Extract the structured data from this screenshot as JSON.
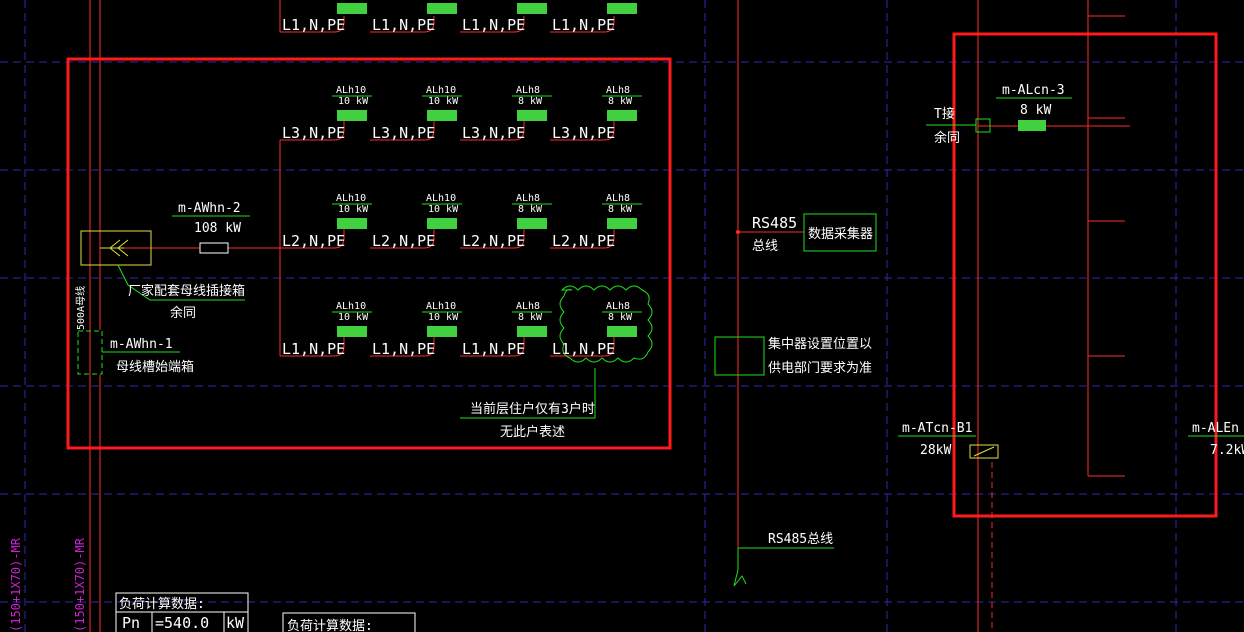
{
  "colors": {
    "background": "#000000",
    "grid": "#2a2ab0",
    "wire": "#ff2a2a",
    "frame": "#ff1a1a",
    "text": "#ffffff",
    "lead": "#20e020",
    "meter": "#40d040",
    "yellow": "#e0e040",
    "magenta": "#d020d0"
  },
  "top_row": {
    "labels": [
      "L1,N,PE",
      "L1,N,PE",
      "L1,N,PE",
      "L1,N,PE"
    ]
  },
  "rows": [
    {
      "phase_labels": [
        "L3,N,PE",
        "L3,N,PE",
        "L3,N,PE",
        "L3,N,PE"
      ],
      "meters": [
        {
          "name": "ALh10",
          "power": "10 kW"
        },
        {
          "name": "ALh10",
          "power": "10 kW"
        },
        {
          "name": "ALh8",
          "power": "8 kW"
        },
        {
          "name": "ALh8",
          "power": "8 kW"
        }
      ]
    },
    {
      "phase_labels": [
        "L2,N,PE",
        "L2,N,PE",
        "L2,N,PE",
        "L2,N,PE"
      ],
      "meters": [
        {
          "name": "ALh10",
          "power": "10 kW"
        },
        {
          "name": "ALh10",
          "power": "10 kW"
        },
        {
          "name": "ALh8",
          "power": "8 kW"
        },
        {
          "name": "ALh8",
          "power": "8 kW"
        }
      ]
    },
    {
      "phase_labels": [
        "L1,N,PE",
        "L1,N,PE",
        "L1,N,PE",
        "L1,N,PE"
      ],
      "meters": [
        {
          "name": "ALh10",
          "power": "10 kW"
        },
        {
          "name": "ALh10",
          "power": "10 kW"
        },
        {
          "name": "ALh8",
          "power": "8 kW"
        },
        {
          "name": "ALh8",
          "power": "8 kW"
        }
      ]
    }
  ],
  "feeder_awhn2": {
    "name": "m-AWhn-2",
    "power": "108 kW"
  },
  "plugbox": {
    "label": "厂家配套母线插接箱",
    "sub": "余同"
  },
  "busway_end": {
    "name": "m-AWhn-1",
    "label": "母线槽始端箱"
  },
  "busway_vertical": "500A母线",
  "cloud_note": {
    "line1": "当前层住户仅有3户时",
    "line2": "无此户表述"
  },
  "rs485_top": {
    "label": "RS485",
    "sub": "总线",
    "box": "数据采集器"
  },
  "concentrator_note": {
    "line1": "集中器设置位置以",
    "line2": "供电部门要求为准"
  },
  "rs485_bottom": "RS485总线",
  "right_panel": {
    "alcn3": {
      "name": "m-ALcn-3",
      "power": "8 kW"
    },
    "tjoin": {
      "line1": "T接",
      "line2": "余同"
    },
    "atcn": {
      "name": "m-ATcn-B1",
      "power": "28kW"
    },
    "alen": {
      "name": "m-ALEn",
      "power": "7.2kW"
    }
  },
  "cable_labels": [
    "(150+1X70)-MR",
    "(150+1X70)-MR"
  ],
  "load_table_1": {
    "title": "负荷计算数据:",
    "symbol": "Pn",
    "value": "=540.0",
    "unit": "kW"
  },
  "load_table_2": {
    "title": "负荷计算数据:"
  }
}
